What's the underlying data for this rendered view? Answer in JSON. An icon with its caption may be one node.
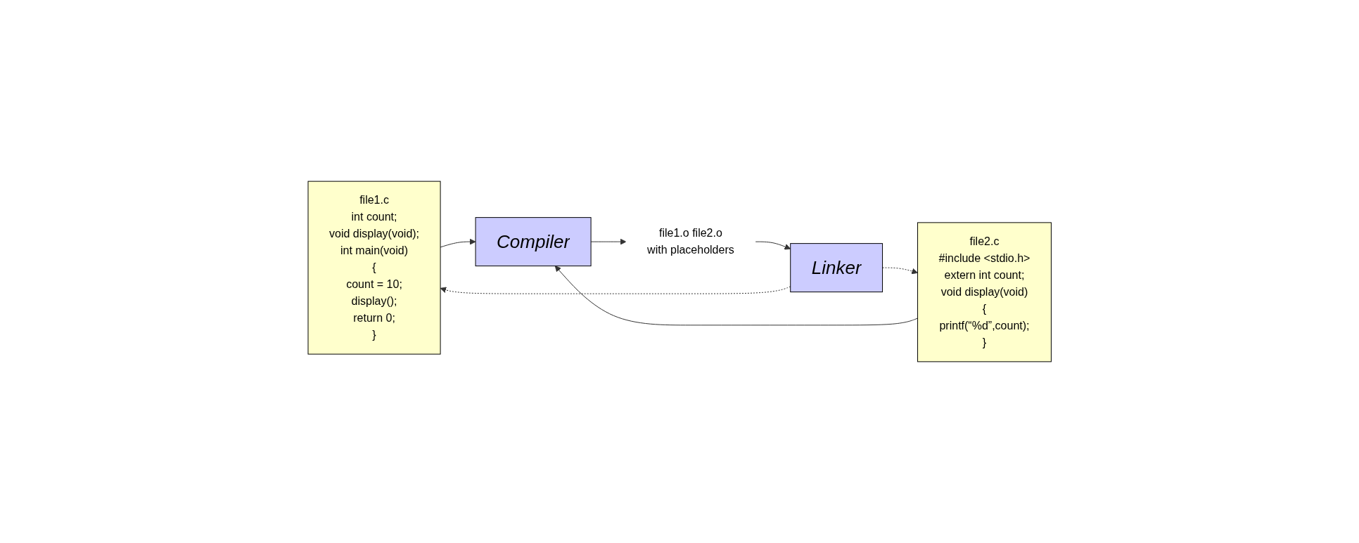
{
  "diagram": {
    "nodes": [
      {
        "text": [
          "file1.c",
          "int count;",
          "void display(void);",
          "int main(void)",
          "{",
          "count = 10;",
          "display();",
          "return 0;",
          "}"
        ]
      },
      {
        "text": [
          "Compiler"
        ]
      },
      {
        "text": [
          "file1.o  file2.o",
          "with placeholders"
        ]
      },
      {
        "text": [
          "Linker"
        ]
      },
      {
        "text": [
          "file2.c",
          "#include <stdio.h>",
          "extern int count;",
          "void display(void)",
          "{",
          "printf(“%d”,count);",
          "}"
        ]
      }
    ],
    "edges": [
      {
        "from": 0,
        "to": 1,
        "arrow": "to"
      },
      {
        "from": 4,
        "to": 1,
        "arrow": "to"
      },
      {
        "from": 1,
        "to": 2,
        "arrow": "to"
      },
      {
        "from": 2,
        "to": 3,
        "arrow": "to"
      },
      {
        "from": 3,
        "to": 0,
        "arrow": "to",
        "style": "dashed"
      },
      {
        "from": 3,
        "to": 4,
        "arrow": "to",
        "style": "dashed"
      }
    ]
  }
}
